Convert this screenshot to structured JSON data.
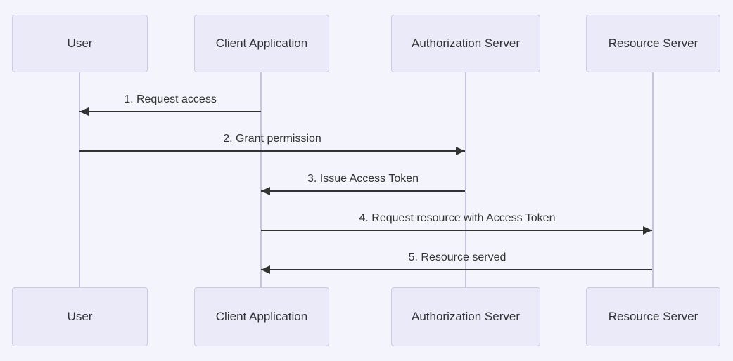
{
  "diagram": {
    "type": "sequence-diagram",
    "colors": {
      "background": "#f4f4fc",
      "actor_fill": "#eaeaf9",
      "actor_border": "#c9c9e8",
      "lifeline": "#c5c5e0",
      "arrow": "#333333",
      "text": "#333333"
    },
    "actors": [
      {
        "label": "User"
      },
      {
        "label": "Client Application"
      },
      {
        "label": "Authorization Server"
      },
      {
        "label": "Resource Server"
      }
    ],
    "messages": [
      {
        "label": "1. Request access",
        "from": "Client Application",
        "to": "User",
        "direction": "left"
      },
      {
        "label": "2. Grant permission",
        "from": "User",
        "to": "Authorization Server",
        "direction": "right"
      },
      {
        "label": "3. Issue Access Token",
        "from": "Authorization Server",
        "to": "Client Application",
        "direction": "left"
      },
      {
        "label": "4. Request resource with Access Token",
        "from": "Client Application",
        "to": "Resource Server",
        "direction": "right"
      },
      {
        "label": "5. Resource served",
        "from": "Resource Server",
        "to": "Client Application",
        "direction": "left"
      }
    ]
  }
}
